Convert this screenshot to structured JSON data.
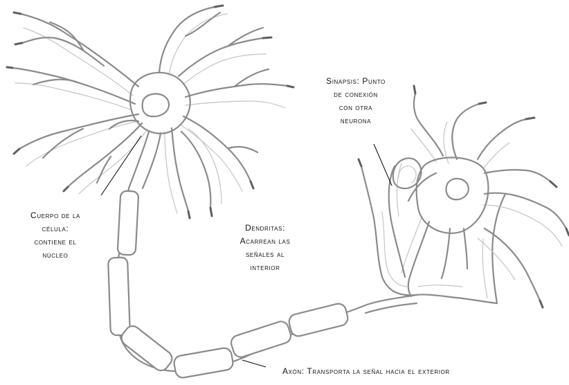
{
  "labels": {
    "cell_body": [
      "Cuerpo de la",
      "célula:",
      "contiene el",
      "núcleo"
    ],
    "dendrites": [
      "Dendritas:",
      "Acarrean las",
      "señales al",
      "interior"
    ],
    "synapse": [
      "Sinapsis: Punto",
      "de conexión",
      "con otra",
      "neurona"
    ],
    "axon": [
      "Axón: Transporta la señal hacia el exterior"
    ]
  },
  "colors": {
    "outline": "#8a8a8a",
    "inner_outline": "#c4c4c4",
    "text": "#111111",
    "background": "#ffffff"
  }
}
